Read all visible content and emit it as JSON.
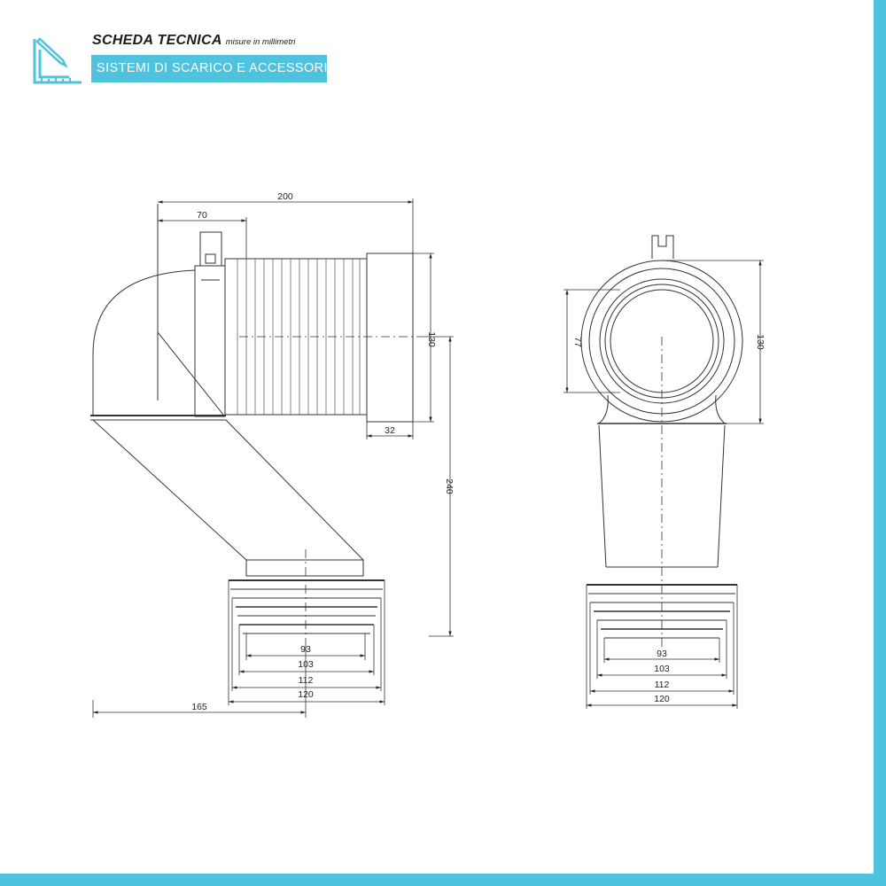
{
  "header": {
    "title": "SCHEDA TECNICA",
    "note": "misure in millimetri",
    "band": "SISTEMI DI SCARICO E ACCESSORI",
    "icon": "ruler-pencil-icon",
    "accent": "#4fc3de"
  },
  "side_view": {
    "d200": "200",
    "d70": "70",
    "d130": "130",
    "d32": "32",
    "d240": "240",
    "d93": "93",
    "d103": "103",
    "d112": "112",
    "d120": "120",
    "d165": "165"
  },
  "front_view": {
    "d77": "77",
    "d130": "130",
    "d93": "93",
    "d103": "103",
    "d112": "112",
    "d120": "120"
  }
}
